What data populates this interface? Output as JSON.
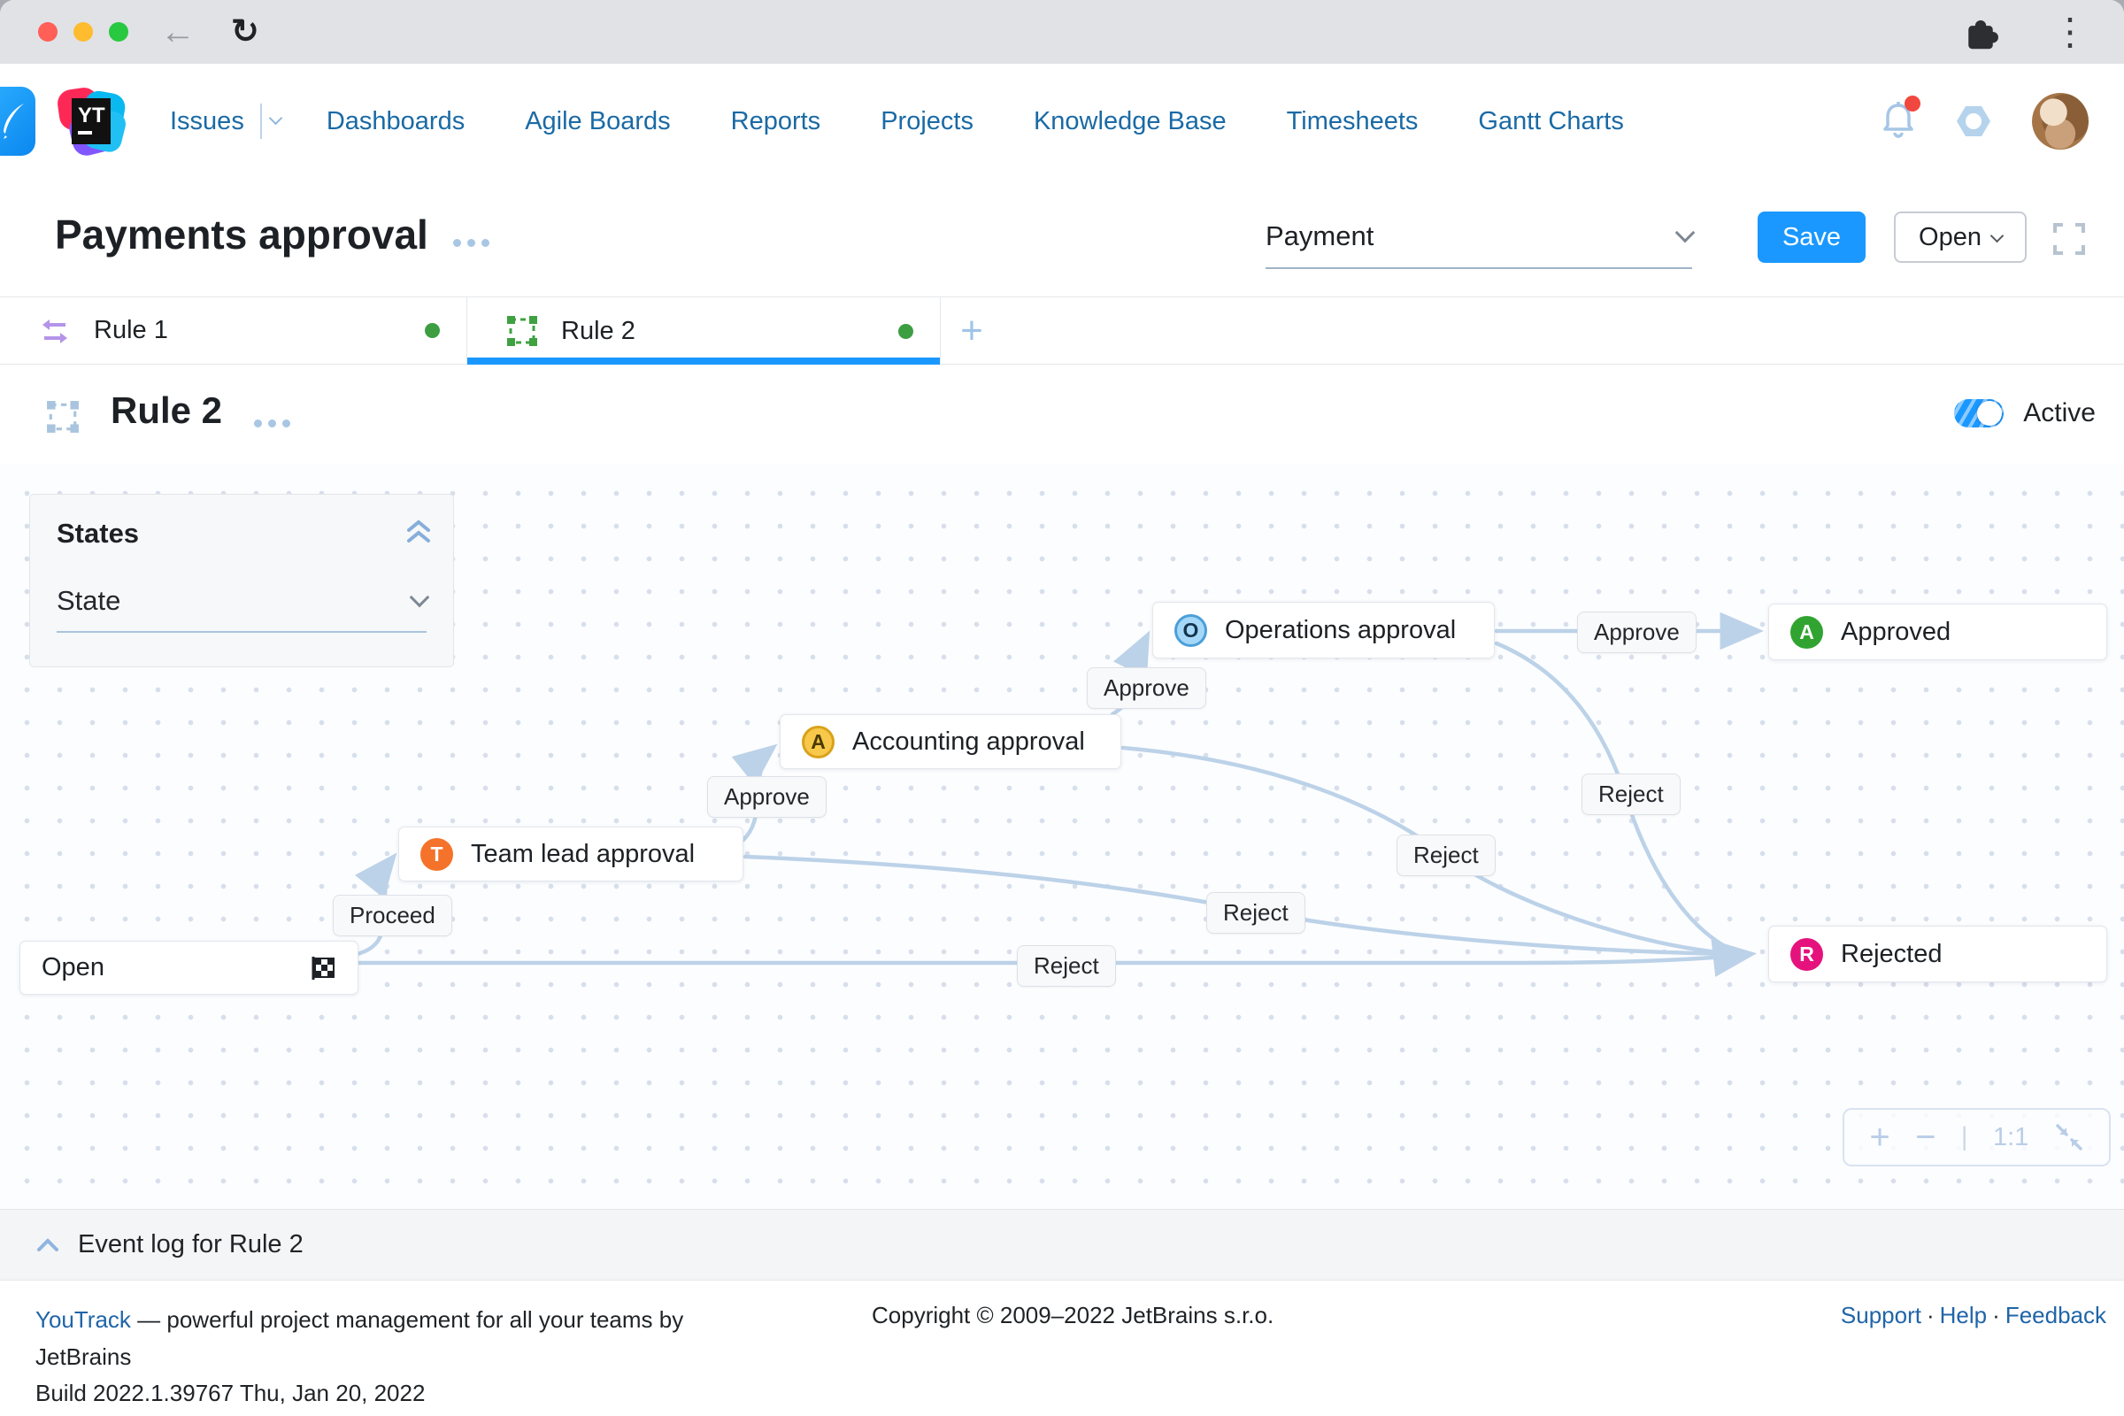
{
  "nav": {
    "items": [
      "Issues",
      "Dashboards",
      "Agile Boards",
      "Reports",
      "Projects",
      "Knowledge Base",
      "Timesheets",
      "Gantt Charts"
    ]
  },
  "page_header": {
    "title": "Payments approval",
    "project_select_value": "Payment",
    "save_button": "Save",
    "state_button": "Open"
  },
  "tabs": {
    "items": [
      {
        "label": "Rule 1"
      },
      {
        "label": "Rule 2"
      }
    ],
    "add_icon": "+"
  },
  "rule": {
    "title": "Rule 2",
    "status_label": "Active"
  },
  "states_panel": {
    "title": "States",
    "field_label": "State"
  },
  "diagram": {
    "nodes": {
      "open": {
        "label": "Open"
      },
      "team_lead": {
        "label": "Team lead approval",
        "badge": "T",
        "badge_color": "#f4722a"
      },
      "accounting": {
        "label": "Accounting approval",
        "badge": "A",
        "badge_color": "#f8c84a"
      },
      "operations": {
        "label": "Operations approval",
        "badge": "O",
        "badge_color": "#a5d8f8"
      },
      "approved": {
        "label": "Approved",
        "badge": "A",
        "badge_color": "#31a331"
      },
      "rejected": {
        "label": "Rejected",
        "badge": "R",
        "badge_color": "#e5127d"
      }
    },
    "transitions": {
      "proceed": "Proceed",
      "approve": "Approve",
      "reject": "Reject"
    }
  },
  "zoom_controls": {
    "zoom_in": "+",
    "zoom_out": "−",
    "ratio": "1:1"
  },
  "event_log": {
    "title": "Event log for Rule 2"
  },
  "footer": {
    "left_link": "YouTrack",
    "left_text": " — powerful project management for all your teams by JetBrains",
    "build": "Build 2022.1.39767 Thu, Jan 20, 2022",
    "copyright": "Copyright © 2009–2022 JetBrains s.r.o.",
    "links": [
      "Support",
      "Help",
      "Feedback"
    ],
    "separator": "·"
  },
  "colors": {
    "accent": "#1a98ff",
    "edge": "#bcd2e8",
    "status_dot": "#3c9e41",
    "traffic_lights": [
      "#ff5f57",
      "#febc2e",
      "#28c840"
    ]
  }
}
